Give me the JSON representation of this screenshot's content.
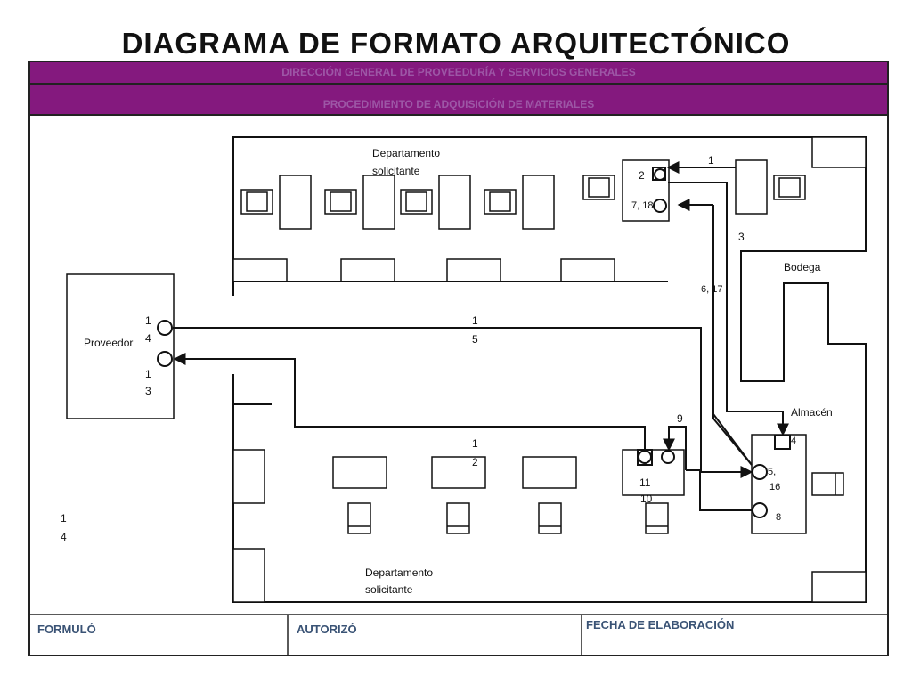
{
  "title": "DIAGRAMA DE FORMATO ARQUITECTÓNICO",
  "header": {
    "line1": "DIRECCIÓN GENERAL DE PROVEEDURÍA Y SERVICIOS GENERALES",
    "line2": "PROCEDIMIENTO DE ADQUISICIÓN DE MATERIALES"
  },
  "areas": {
    "dept_top": [
      "Departamento",
      "solicitante"
    ],
    "dept_bottom": [
      "Departamento",
      "solicitante"
    ],
    "proveedor": "Proveedor",
    "bodega": "Bodega",
    "almacen": "Almacén"
  },
  "steps": {
    "s1": "1",
    "s2": "2",
    "s3": "3",
    "s4": "4",
    "s5_16": [
      "5,",
      "16"
    ],
    "s6_17": "6, 17",
    "s7_18": "7, 18",
    "s8": "8",
    "s9": "9",
    "s10": "10",
    "s11": "11",
    "s12": [
      "1",
      "2"
    ],
    "s13": [
      "1",
      "3"
    ],
    "s14_prov": [
      "1",
      "4"
    ],
    "s14_left": [
      "1",
      "4"
    ],
    "s15": [
      "1",
      "5"
    ]
  },
  "footer": {
    "formulo": "FORMULÓ",
    "autorizo": "AUTORIZÓ",
    "fecha": "FECHA DE ELABORACIÓN"
  },
  "colors": {
    "band": "#84197e",
    "band_text": "#9d57a6",
    "footer_text": "#3a5375"
  }
}
